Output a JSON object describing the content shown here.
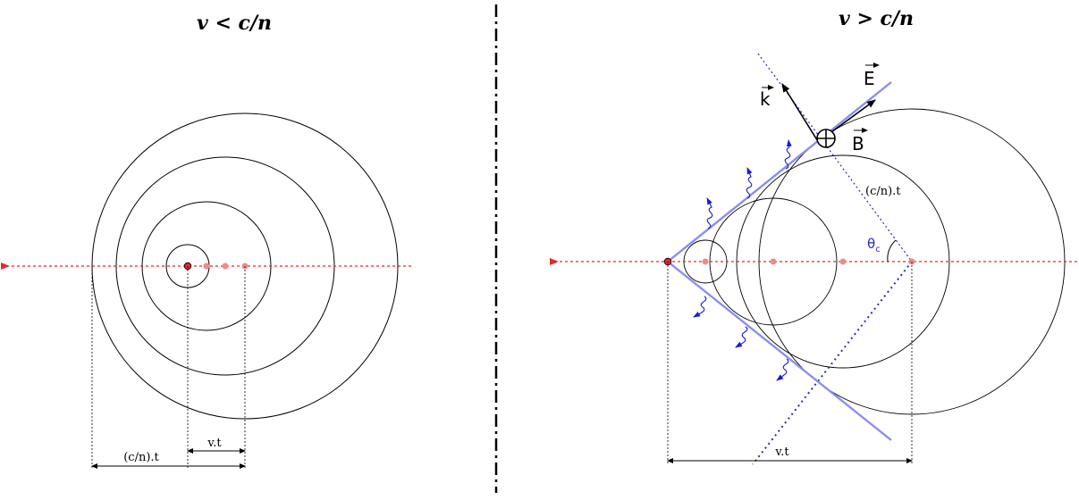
{
  "left_panel": {
    "title": "v < c/n",
    "label_ct": "(c/n).t",
    "label_vt": "v.t"
  },
  "right_panel": {
    "title": "v > c/n",
    "label_ct": "(c/n).t",
    "label_vt": "v.t",
    "label_k": "k",
    "label_E": "E",
    "label_B": "B",
    "label_theta": "θ",
    "label_theta_sub": "c"
  },
  "colors": {
    "axis": "#e8262b",
    "source_point": "#e8262b",
    "past_points": "#ef8a8a",
    "cone": "#8a8df0",
    "waves": "#1a1ad8",
    "normal": "#2a2ab8"
  }
}
